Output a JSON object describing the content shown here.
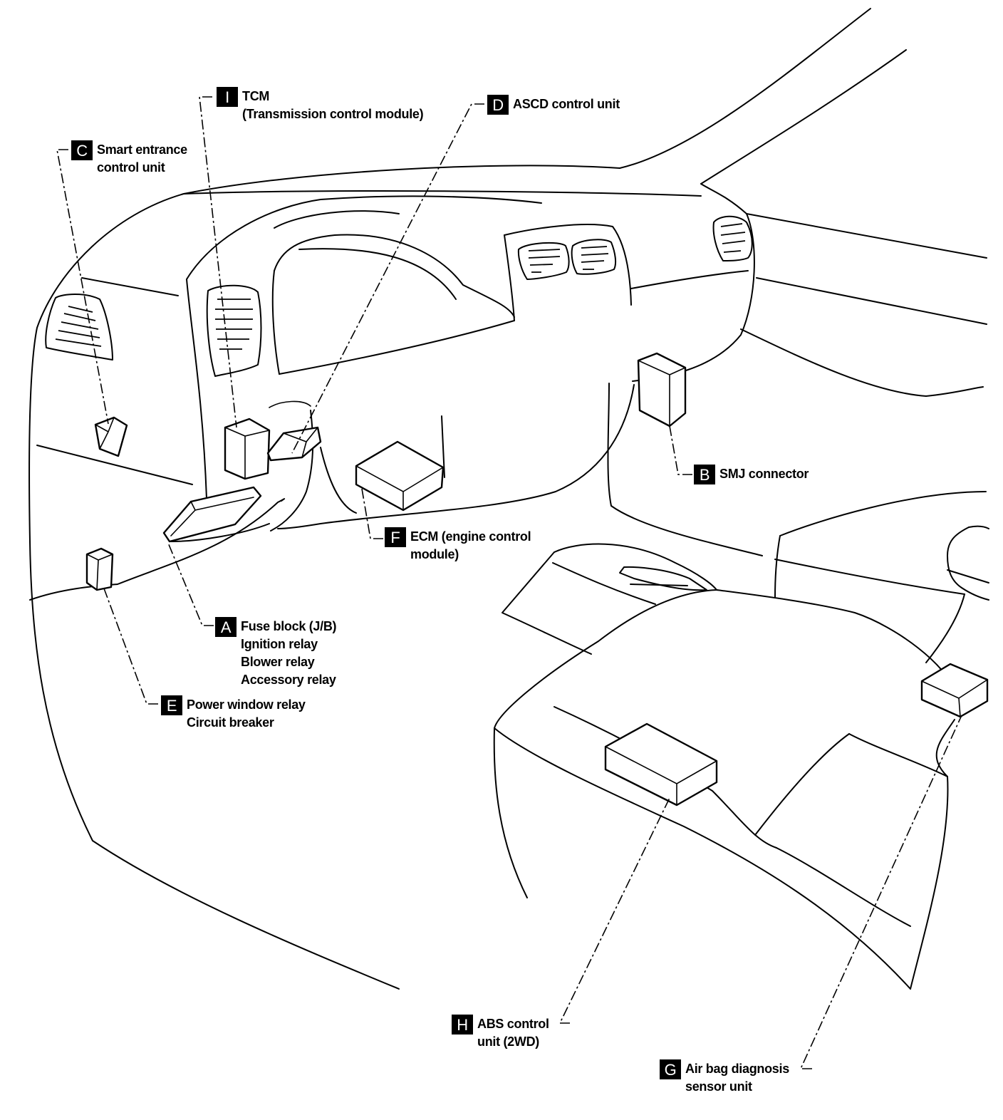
{
  "diagram": {
    "callouts": [
      {
        "id": "tcm",
        "letter": "I",
        "lines": [
          "TCM",
          "(Transmission control module)"
        ]
      },
      {
        "id": "asc",
        "letter": "D",
        "lines": [
          "ASCD control unit"
        ]
      },
      {
        "id": "smart",
        "letter": "C",
        "lines": [
          "Smart entrance",
          "control unit"
        ]
      },
      {
        "id": "smj",
        "letter": "B",
        "lines": [
          "SMJ connector"
        ]
      },
      {
        "id": "ecm",
        "letter": "F",
        "lines": [
          "ECM (engine control",
          "module)"
        ]
      },
      {
        "id": "fuse",
        "letter": "A",
        "lines": [
          "Fuse block (J/B)",
          "Ignition relay",
          "Blower relay",
          "Accessory relay"
        ]
      },
      {
        "id": "pwr",
        "letter": "E",
        "lines": [
          "Power window relay",
          "Circuit breaker"
        ]
      },
      {
        "id": "abs",
        "letter": "H",
        "lines": [
          "ABS control",
          "unit (2WD)"
        ]
      },
      {
        "id": "airbag",
        "letter": "G",
        "lines": [
          "Air bag diagnosis",
          "sensor unit"
        ]
      }
    ]
  }
}
